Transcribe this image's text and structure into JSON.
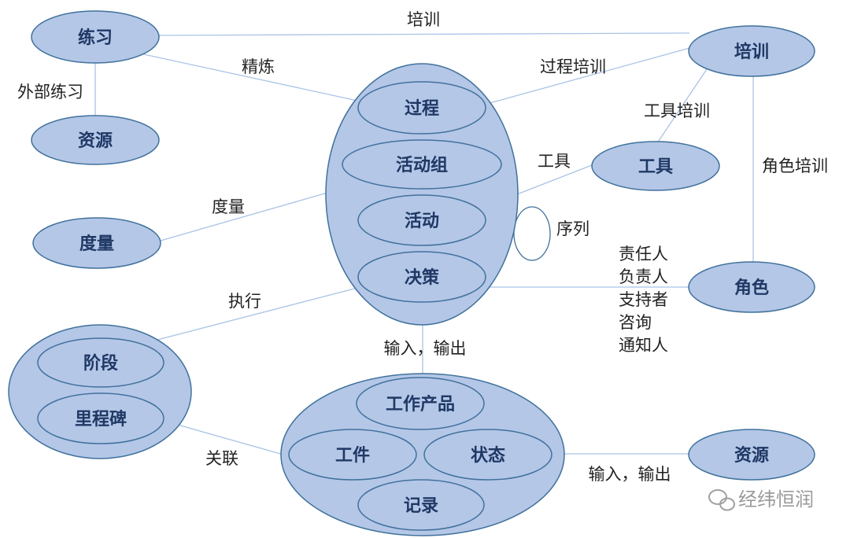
{
  "nodes": {
    "practice": "练习",
    "resource_left": "资源",
    "metric": "度量",
    "stage_group": {
      "phase": "阶段",
      "milestone": "里程碑"
    },
    "process_group": {
      "process": "过程",
      "activity_group": "活动组",
      "activity": "活动",
      "decision": "决策"
    },
    "training": "培训",
    "tool": "工具",
    "role": "角色",
    "product_group": {
      "work_product": "工作产品",
      "artifact": "工件",
      "state": "状态",
      "record": "记录"
    },
    "resource_right": "资源"
  },
  "edge_labels": {
    "training": "培训",
    "external_practice": "外部练习",
    "refine": "精炼",
    "process_training": "过程培训",
    "tool_training": "工具培训",
    "tool": "工具",
    "role_training": "角色培训",
    "metric": "度量",
    "sequence": "序列",
    "execute": "执行",
    "io_center": "输入，输出",
    "associate": "关联",
    "io_right": "输入，输出"
  },
  "raci": [
    "责任人",
    "负责人",
    "支持者",
    "咨询",
    "通知人"
  ],
  "watermark": "经纬恒润",
  "colors": {
    "fill": "#b4c7e7",
    "stroke": "#41719c",
    "edge": "#a9c3e6",
    "label": "#1f3864"
  }
}
